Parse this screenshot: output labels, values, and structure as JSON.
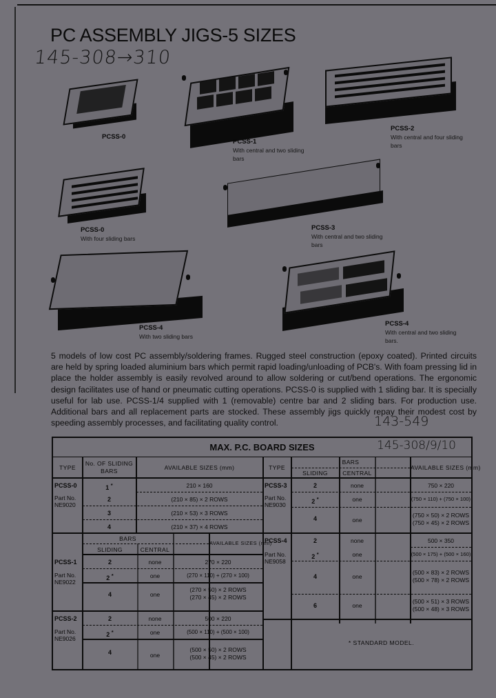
{
  "document": {
    "title": "PC ASSEMBLY JIGS-5 SIZES",
    "handwritten_note_top": "145-308→310",
    "handwritten_note_mid": "143-549",
    "handwritten_note_table": "145-308/9/10"
  },
  "figures": [
    {
      "model": "PCSS-0",
      "description": ""
    },
    {
      "model": "PCSS-1",
      "description": "With central and two sliding bars"
    },
    {
      "model": "PCSS-2",
      "description": "With central and four sliding bars"
    },
    {
      "model": "PCSS-0",
      "description": "With four sliding bars"
    },
    {
      "model": "PCSS-3",
      "description": "With central and two sliding bars"
    },
    {
      "model": "PCSS-4",
      "description": "With two sliding bars"
    },
    {
      "model": "PCSS-4",
      "description": "With central and two sliding bars."
    }
  ],
  "body_text": "5 models of low cost PC assembly/soldering frames. Rugged steel construction (epoxy coated). Printed circuits are held by spring loaded aluminium bars which permit rapid loading/unloading of PCB's. With foam pressing lid in place the holder assembly is easily revolved around to allow soldering or cut/bend operations. The ergonomic design facilitates use of hand or pneumatic cutting operations. PCSS-0 is supplied with 1 sliding bar. It is specially useful for lab use. PCSS-1/4 supplied with 1 (removable) centre bar and 2 sliding bars. For production use. Additional bars and all replacement parts are stocked. These assembly jigs quickly repay their modest cost by speeding assembly processes, and facilitating quality control.",
  "table": {
    "title": "MAX. P.C. BOARD SIZES",
    "headers": {
      "type": "TYPE",
      "no_sliding_bars": "No. OF SLIDING BARS",
      "available_sizes": "AVAILABLE SIZES (mm)",
      "bars": "BARS",
      "sliding": "SLIDING",
      "central": "CENTRAL"
    },
    "footnote": "* STANDARD MODEL.",
    "left": {
      "pcss0": {
        "type": "PCSS-0",
        "part_label": "Part No.",
        "part_no": "NE9020",
        "rows": [
          {
            "sliding": "1",
            "star": "*",
            "size": "210 × 160"
          },
          {
            "sliding": "2",
            "star": "",
            "size": "(210 × 85) × 2 ROWS"
          },
          {
            "sliding": "3",
            "star": "",
            "size": "(210 × 53) × 3 ROWS"
          },
          {
            "sliding": "4",
            "star": "",
            "size": "(210 × 37) × 4 ROWS"
          }
        ]
      },
      "pcss1": {
        "type": "PCSS-1",
        "part_label": "Part No.",
        "part_no": "NE9022",
        "rows": [
          {
            "sliding": "2",
            "star": "",
            "central": "none",
            "size": "270 × 220"
          },
          {
            "sliding": "2",
            "star": "*",
            "central": "one",
            "size": "(270 × 110) + (270 × 100)"
          },
          {
            "sliding": "4",
            "star": "",
            "central": "one",
            "size": "(270 × 50) × 2 ROWS",
            "size2": "(270 × 45) × 2 ROWS"
          }
        ]
      },
      "pcss2": {
        "type": "PCSS-2",
        "part_label": "Part No.",
        "part_no": "NE9026",
        "rows": [
          {
            "sliding": "2",
            "star": "",
            "central": "none",
            "size": "500 × 220"
          },
          {
            "sliding": "2",
            "star": "*",
            "central": "one",
            "size": "(500 × 110) + (500 × 100)"
          },
          {
            "sliding": "4",
            "star": "",
            "central": "one",
            "size": "(500 × 50) × 2 ROWS",
            "size2": "(500 × 45) × 2 ROWS"
          }
        ]
      }
    },
    "right": {
      "pcss3": {
        "type": "PCSS-3",
        "part_label": "Part No.",
        "part_no": "NE9030",
        "rows": [
          {
            "sliding": "2",
            "star": "",
            "central": "none",
            "size": "750 × 220"
          },
          {
            "sliding": "2",
            "star": "*",
            "central": "one",
            "size": "(750 × 110) + (750 × 100)"
          },
          {
            "sliding": "4",
            "star": "",
            "central": "one",
            "size": "(750 × 50) × 2 ROWS",
            "size2": "(750 × 45) × 2 ROWS"
          }
        ]
      },
      "pcss4": {
        "type": "PCSS-4",
        "part_label": "Part No.",
        "part_no": "NE9058",
        "rows": [
          {
            "sliding": "2",
            "star": "",
            "central": "none",
            "size": "500 × 350"
          },
          {
            "sliding": "2",
            "star": "*",
            "central": "one",
            "size": "(500 × 175) + (500 × 160)"
          },
          {
            "sliding": "4",
            "star": "",
            "central": "one",
            "size": "(500 × 83) × 2 ROWS",
            "size2": "(500 × 78) × 2 ROWS"
          },
          {
            "sliding": "6",
            "star": "",
            "central": "one",
            "size": "(500 × 51) × 3 ROWS",
            "size2": "(500 × 48) × 3 ROWS"
          }
        ]
      }
    }
  }
}
